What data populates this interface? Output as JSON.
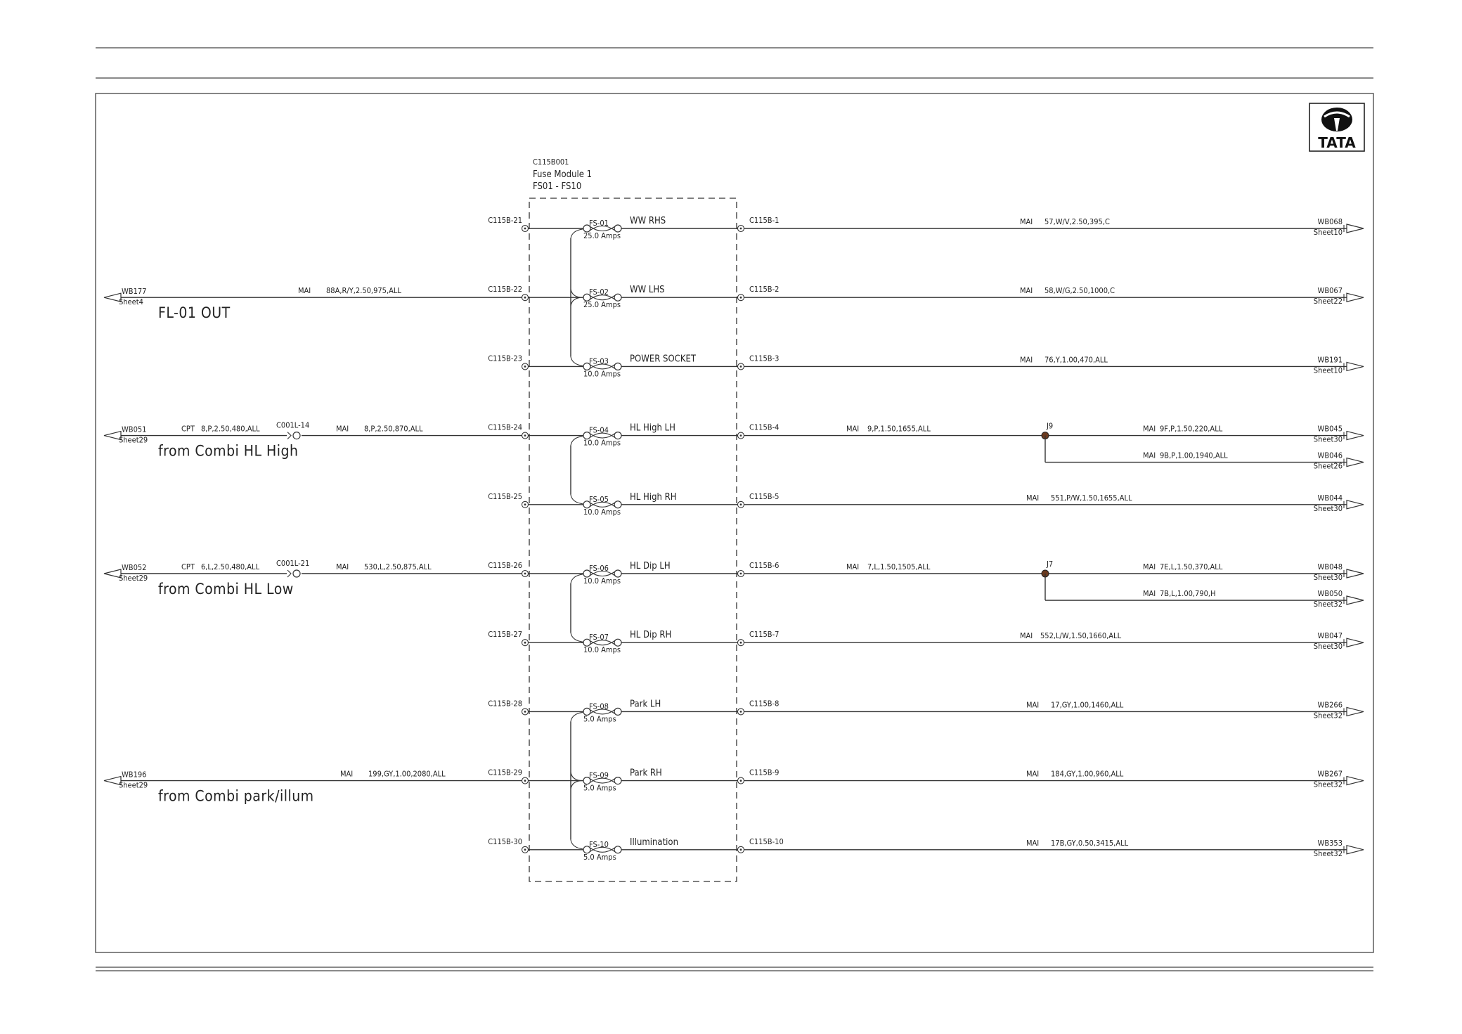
{
  "logo": {
    "text": "TATA"
  },
  "module": {
    "id": "C115B001",
    "name": "Fuse Module 1",
    "range": "FS01 - FS10"
  },
  "fuses": [
    {
      "id": "FS-01",
      "rating": "25.0 Amps",
      "label": "WW RHS",
      "in_pin": "C115B-21",
      "out_pin": "C115B-1"
    },
    {
      "id": "FS-02",
      "rating": "25.0 Amps",
      "label": "WW LHS",
      "in_pin": "C115B-22",
      "out_pin": "C115B-2"
    },
    {
      "id": "FS-03",
      "rating": "10.0 Amps",
      "label": "POWER SOCKET",
      "in_pin": "C115B-23",
      "out_pin": "C115B-3"
    },
    {
      "id": "FS-04",
      "rating": "10.0 Amps",
      "label": "HL High LH",
      "in_pin": "C115B-24",
      "out_pin": "C115B-4"
    },
    {
      "id": "FS-05",
      "rating": "10.0 Amps",
      "label": "HL High RH",
      "in_pin": "C115B-25",
      "out_pin": "C115B-5"
    },
    {
      "id": "FS-06",
      "rating": "10.0 Amps",
      "label": "HL Dip LH",
      "in_pin": "C115B-26",
      "out_pin": "C115B-6"
    },
    {
      "id": "FS-07",
      "rating": "10.0 Amps",
      "label": "HL Dip RH",
      "in_pin": "C115B-27",
      "out_pin": "C115B-7"
    },
    {
      "id": "FS-08",
      "rating": "5.0 Amps",
      "label": "Park LH",
      "in_pin": "C115B-28",
      "out_pin": "C115B-8"
    },
    {
      "id": "FS-09",
      "rating": "5.0 Amps",
      "label": "Park RH",
      "in_pin": "C115B-29",
      "out_pin": "C115B-9"
    },
    {
      "id": "FS-10",
      "rating": "5.0 Amps",
      "label": "Illumination",
      "in_pin": "C115B-30",
      "out_pin": "C115B-10"
    }
  ],
  "inputs": [
    {
      "row": 2,
      "ref": "WB177",
      "sheet": "Sheet4",
      "desc": "FL-01 OUT",
      "wires": [
        "MAI",
        "88A,R/Y,2.50,975,ALL"
      ]
    },
    {
      "row": 4,
      "ref": "WB051",
      "sheet": "Sheet29",
      "desc": "from Combi HL High",
      "connector": "C001L-14",
      "wires": [
        "CPT",
        "8,P,2.50,480,ALL",
        "MAI",
        "8,P,2.50,870,ALL"
      ]
    },
    {
      "row": 6,
      "ref": "WB052",
      "sheet": "Sheet29",
      "desc": "from Combi HL Low",
      "connector": "C001L-21",
      "wires": [
        "CPT",
        "6,L,2.50,480,ALL",
        "MAI",
        "530,L,2.50,875,ALL"
      ]
    },
    {
      "row": 9,
      "ref": "WB196",
      "sheet": "Sheet29",
      "desc": "from Combi park/illum",
      "wires": [
        "MAI",
        "199,GY,1.00,2080,ALL"
      ]
    }
  ],
  "outputs": [
    {
      "row": 1,
      "code": "MAI",
      "wire": "57,W/V,2.50,395,C",
      "ref": "WB068",
      "sheet": "Sheet10"
    },
    {
      "row": 2,
      "code": "MAI",
      "wire": "58,W/G,2.50,1000,C",
      "ref": "WB067",
      "sheet": "Sheet22"
    },
    {
      "row": 3,
      "code": "MAI",
      "wire": "76,Y,1.00,470,ALL",
      "ref": "WB191",
      "sheet": "Sheet10"
    },
    {
      "row": 5,
      "code": "MAI",
      "wire": "551,P/W,1.50,1655,ALL",
      "ref": "WB044",
      "sheet": "Sheet30"
    },
    {
      "row": 7,
      "code": "MAI",
      "wire": "552,L/W,1.50,1660,ALL",
      "ref": "WB047",
      "sheet": "Sheet30"
    },
    {
      "row": 8,
      "code": "MAI",
      "wire": "17,GY,1.00,1460,ALL",
      "ref": "WB266",
      "sheet": "Sheet32"
    },
    {
      "row": 9,
      "code": "MAI",
      "wire": "184,GY,1.00,960,ALL",
      "ref": "WB267",
      "sheet": "Sheet32"
    },
    {
      "row": 10,
      "code": "MAI",
      "wire": "17B,GY,0.50,3415,ALL",
      "ref": "WB353",
      "sheet": "Sheet32"
    }
  ],
  "junctions": [
    {
      "row": 4,
      "name": "J9",
      "mid_code": "MAI",
      "mid_wire": "9,P,1.50,1655,ALL",
      "branches": [
        {
          "code": "MAI",
          "wire": "9F,P,1.50,220,ALL",
          "ref": "WB045",
          "sheet": "Sheet30"
        },
        {
          "code": "MAI",
          "wire": "9B,P,1.00,1940,ALL",
          "ref": "WB046",
          "sheet": "Sheet26"
        }
      ]
    },
    {
      "row": 6,
      "name": "J7",
      "mid_code": "MAI",
      "mid_wire": "7,L,1.50,1505,ALL",
      "branches": [
        {
          "code": "MAI",
          "wire": "7E,L,1.50,370,ALL",
          "ref": "WB048",
          "sheet": "Sheet30"
        },
        {
          "code": "MAI",
          "wire": "7B,L,1.00,790,H",
          "ref": "WB050",
          "sheet": "Sheet32"
        }
      ]
    }
  ],
  "buses": [
    {
      "rows": [
        1,
        3
      ],
      "feed_row": 2
    },
    {
      "rows": [
        4,
        5
      ],
      "feed_row": 4
    },
    {
      "rows": [
        6,
        7
      ],
      "feed_row": 6
    },
    {
      "rows": [
        8,
        10
      ],
      "feed_row": 9
    }
  ]
}
